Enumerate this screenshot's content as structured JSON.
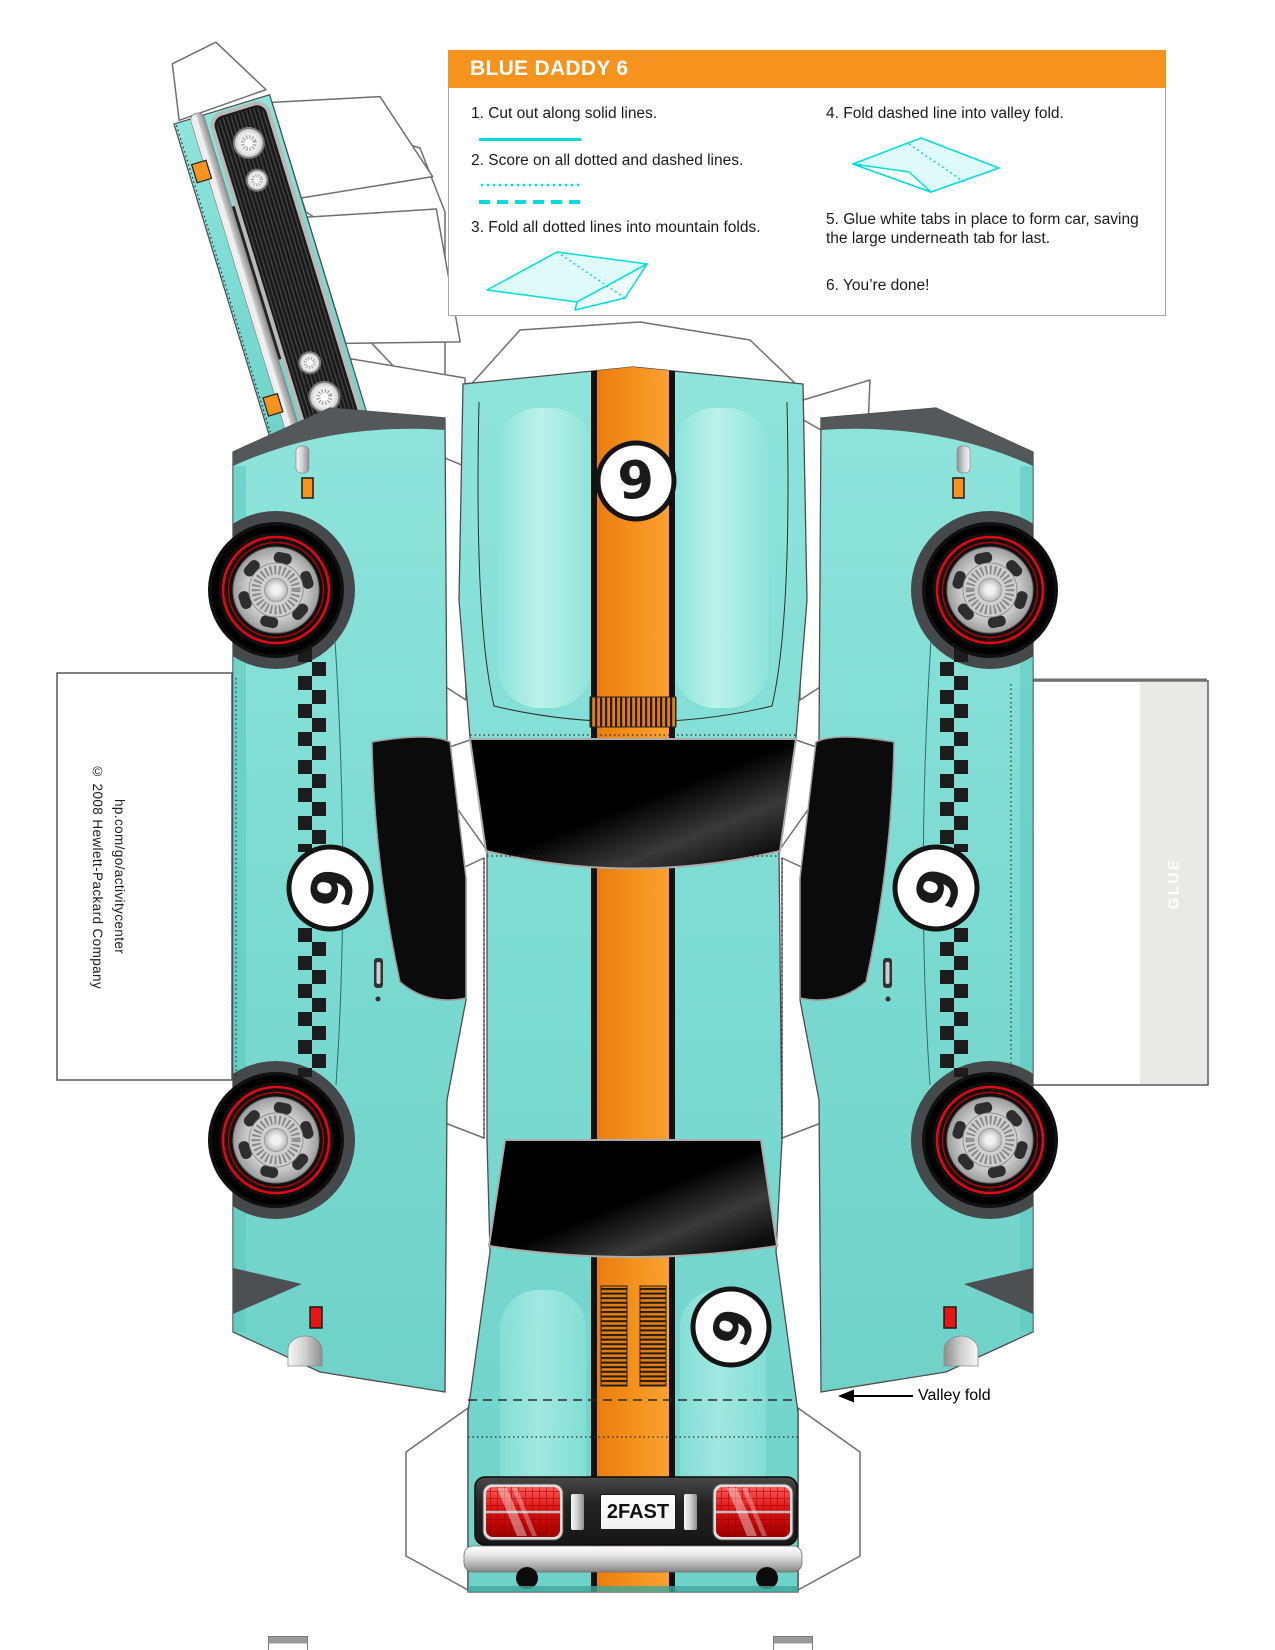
{
  "header": {
    "title": "BLUE DADDY 6"
  },
  "instructions": {
    "steps": [
      "1. Cut out along solid lines.",
      "2. Score on all dotted and dashed lines.",
      "3. Fold all dotted lines into mountain folds.",
      "4. Fold dashed line into valley fold.",
      "5. Glue white tabs in place to form car, saving the large underneath tab for last.",
      "6. You’re done!"
    ]
  },
  "badges": {
    "hood": "9",
    "left_side": "6",
    "right_side": "6",
    "trunk": "6"
  },
  "license_plate": "2FAST",
  "glue_tab": {
    "label": "GLUE"
  },
  "copyright": {
    "line1": "© 2008 Hewlett-Packard Company",
    "line2": "hp.com/go/activitycenter"
  },
  "annotations": {
    "valley_fold": "Valley fold"
  },
  "colors": {
    "body_teal": "#7CDBD2",
    "stripe_orange": "#F6921E",
    "header_orange": "#F6921E",
    "guide_cyan": "#00DCDF",
    "wheel_ring_red": "#E30613",
    "taillight_red": "#CC0000"
  }
}
